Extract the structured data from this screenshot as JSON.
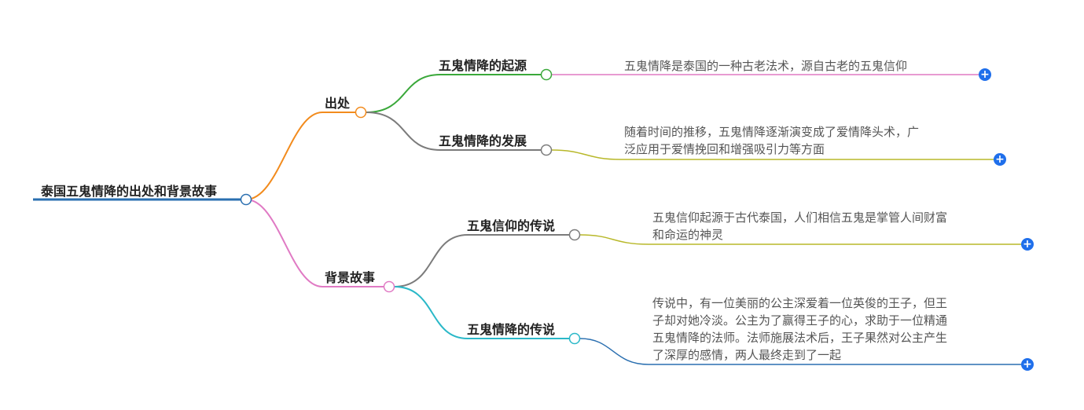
{
  "colors": {
    "root": "#2a6fb0",
    "branch1": "#f28b1d",
    "branch2": "#e07ac4",
    "green": "#3aa83a",
    "gray": "#7b7b7b",
    "olive": "#b8b82a",
    "cyan": "#2ab8c8",
    "blue": "#1f6feb"
  },
  "icons": {
    "expand": "plus-circle-icon"
  },
  "root": {
    "label": "泰国五鬼情降的出处和背景故事"
  },
  "branches": [
    {
      "label": "出处",
      "children": [
        {
          "label": "五鬼情降的起源",
          "lines": [
            "五鬼情降是泰国的一种古老法术，源自古老的五鬼信仰"
          ]
        },
        {
          "label": "五鬼情降的发展",
          "lines": [
            "随着时间的推移，五鬼情降逐渐演变成了爱情降头术，广",
            "泛应用于爱情挽回和增强吸引力等方面"
          ]
        }
      ]
    },
    {
      "label": "背景故事",
      "children": [
        {
          "label": "五鬼信仰的传说",
          "lines": [
            "五鬼信仰起源于古代泰国，人们相信五鬼是掌管人间财富",
            "和命运的神灵"
          ]
        },
        {
          "label": "五鬼情降的传说",
          "lines": [
            "传说中，有一位美丽的公主深爱着一位英俊的王子，但王",
            "子却对她冷淡。公主为了赢得王子的心，求助于一位精通",
            "五鬼情降的法师。法师施展法术后，王子果然对公主产生",
            "了深厚的感情，两人最终走到了一起"
          ]
        }
      ]
    }
  ]
}
